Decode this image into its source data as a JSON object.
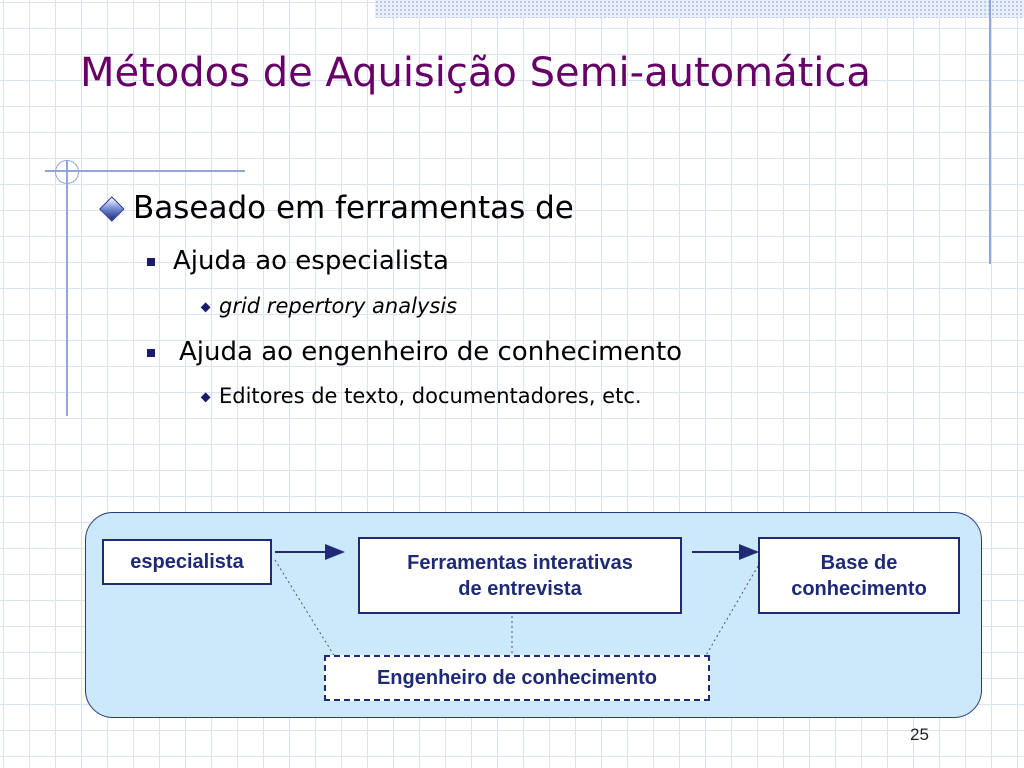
{
  "slide": {
    "title": "Métodos de Aquisição Semi-automática",
    "number": "25"
  },
  "bullets": {
    "level1": "Baseado em ferramentas de",
    "item1": "Ajuda ao especialista",
    "item1_sub": "grid repertory analysis",
    "item2": "Ajuda ao engenheiro de conhecimento",
    "item2_sub": "Editores de texto, documentadores, etc."
  },
  "diagram": {
    "box_especialista": "especialista",
    "box_ferramentas_line1": "Ferramentas interativas",
    "box_ferramentas_line2": "de entrevista",
    "box_base_line1": "Base de",
    "box_base_line2": "conhecimento",
    "box_engenheiro": "Engenheiro de conhecimento"
  },
  "icons": {
    "level1_bullet": "diamond-bullet-icon",
    "level2_bullet": "square-bullet-icon",
    "level3_bullet": "small-diamond-bullet-icon"
  },
  "colors": {
    "title": "#660066",
    "diagram_border": "#1e2a78",
    "panel_fill": "#cce8fb"
  }
}
